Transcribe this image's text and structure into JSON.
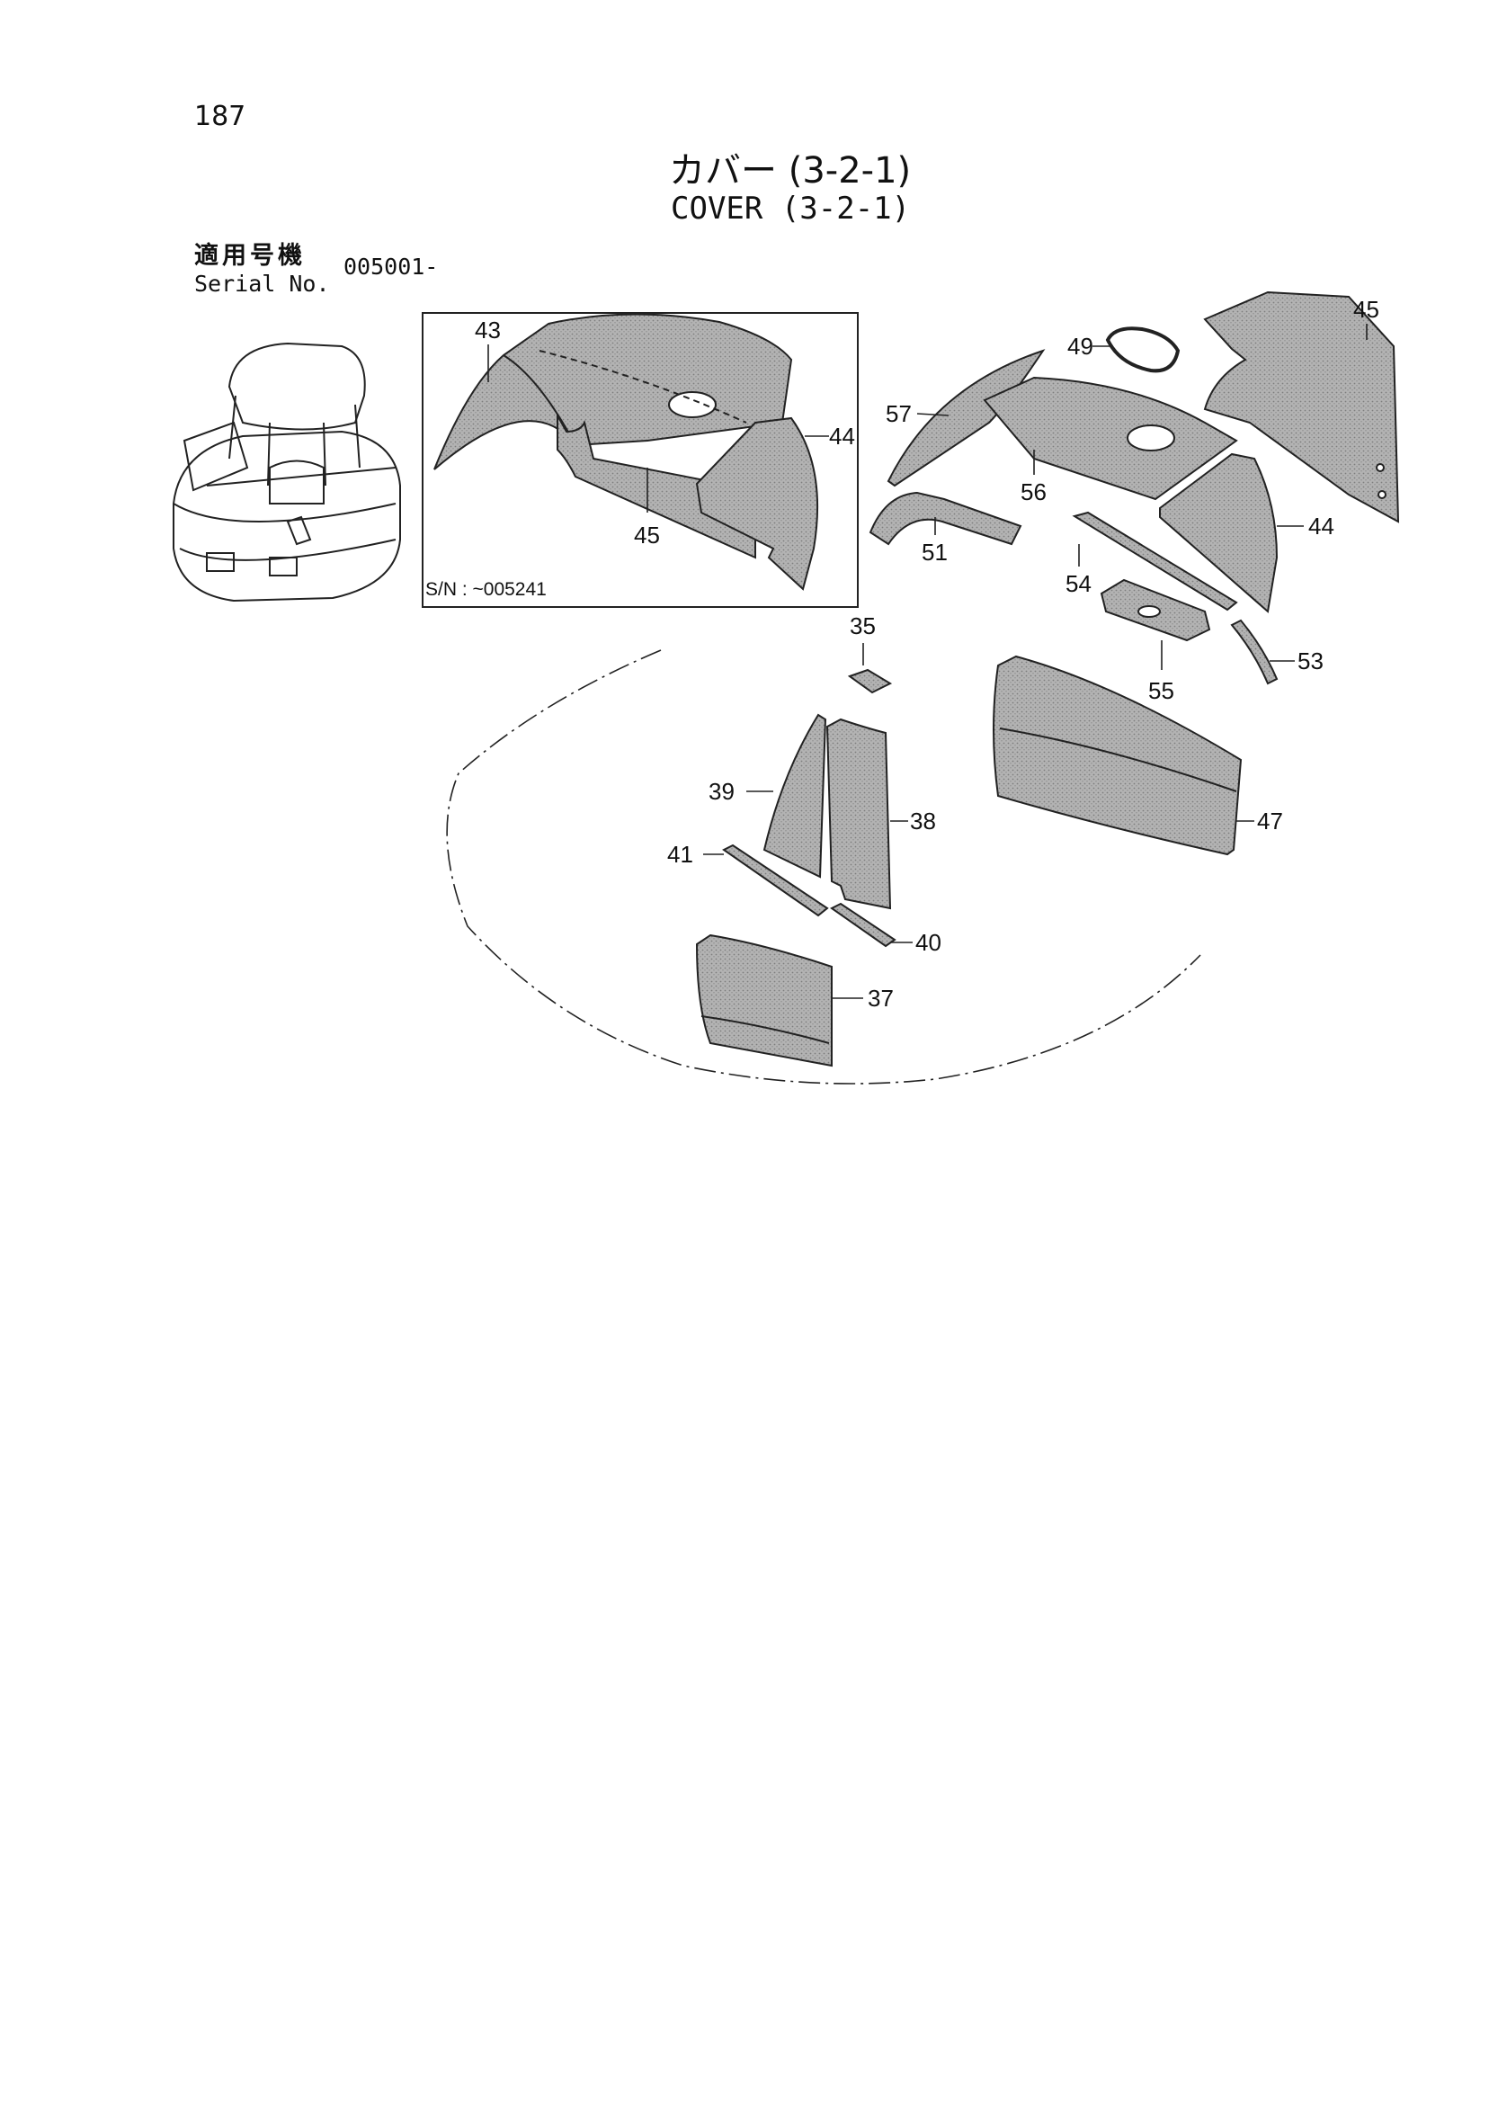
{
  "page": {
    "number": "187"
  },
  "title": {
    "japanese": "カバー (3-2-1)",
    "english": "COVER (3-2-1)"
  },
  "serial": {
    "label_jp": "適用号機",
    "label_en": "Serial No.",
    "value": "005001-"
  },
  "inset": {
    "serial_note": "S/N : ~005241"
  },
  "callouts": {
    "c43": "43",
    "c44a": "44",
    "c45a": "45",
    "c49": "49",
    "c45b": "45",
    "c57": "57",
    "c56": "56",
    "c44b": "44",
    "c51": "51",
    "c54": "54",
    "c55": "55",
    "c53": "53",
    "c35": "35",
    "c39": "39",
    "c38": "38",
    "c47": "47",
    "c41": "41",
    "c40": "40",
    "c37": "37"
  },
  "colors": {
    "part_fill": "#a9a9a9",
    "line": "#222222"
  }
}
